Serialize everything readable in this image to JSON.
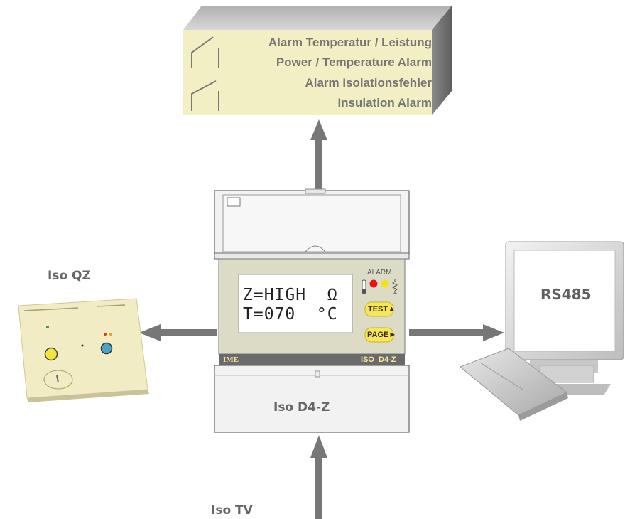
{
  "alarm_box": {
    "lines": [
      "Alarm Temperatur / Leistung",
      "Power / Temperature Alarm",
      "Alarm Isolationsfehler",
      "Insulation Alarm"
    ]
  },
  "device": {
    "name": "Iso D4-Z",
    "brand": "IME",
    "model": "ISO  D4-Z",
    "alarm_label": "ALARM",
    "lcd_line1": "Z=HIGH  Ω",
    "lcd_line2": "T=070  °C",
    "test_button": "TEST▲",
    "page_button": "PAGE►",
    "led_colors": {
      "red": "#e8141c",
      "yellow": "#f2e219"
    }
  },
  "left_device": {
    "name": "Iso QZ"
  },
  "right_device": {
    "name": "RS485"
  },
  "bottom_device": {
    "name": "Iso TV"
  },
  "colors": {
    "arrow": "#777777",
    "box": "#f3efc5",
    "box_side": "#7a7a7a",
    "lcd_panel": "#dcdcc6"
  }
}
